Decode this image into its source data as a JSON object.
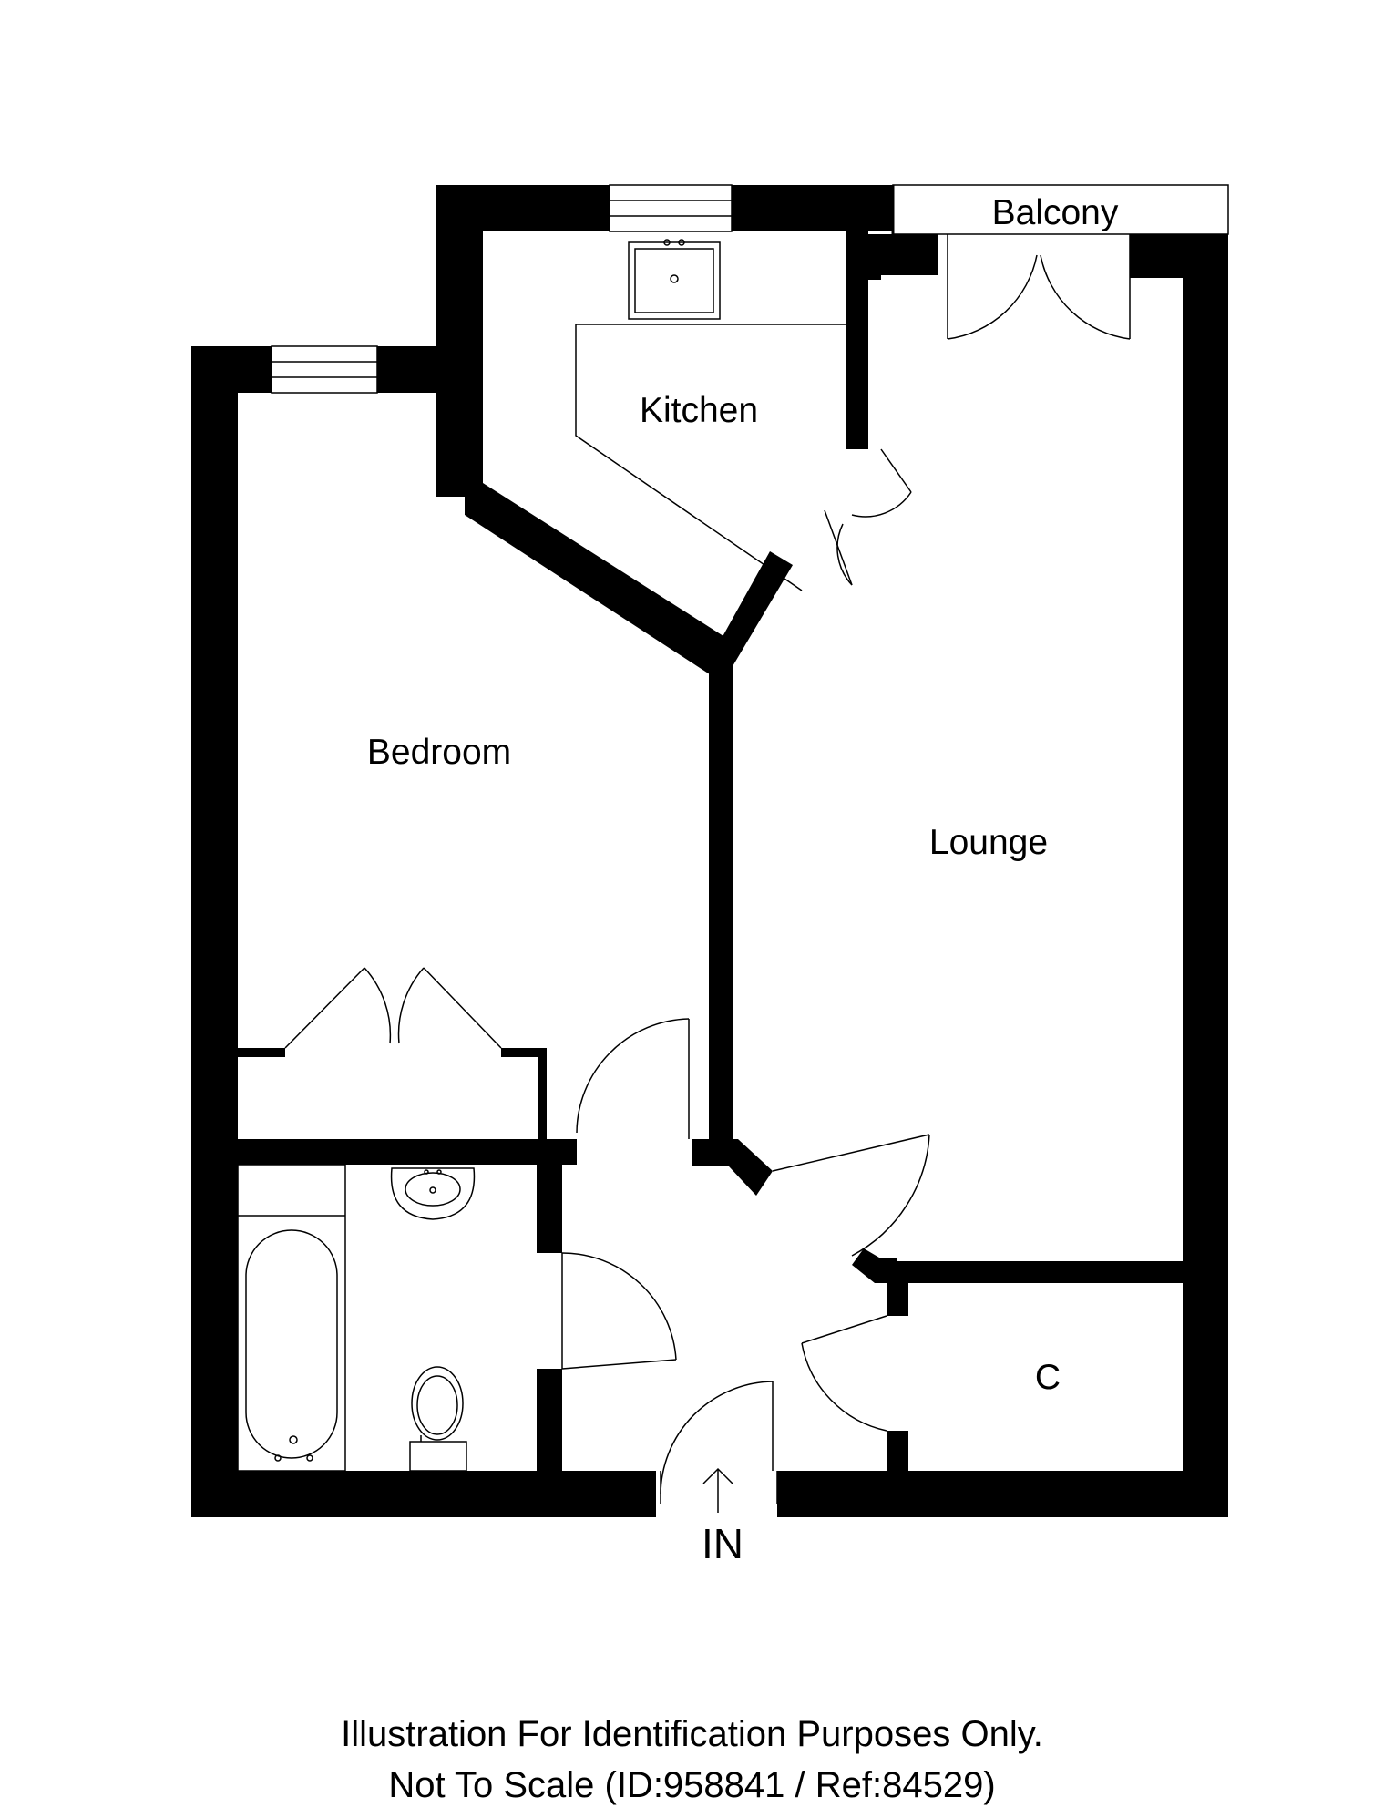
{
  "floorplan": {
    "rooms": {
      "balcony": "Balcony",
      "kitchen": "Kitchen",
      "bedroom": "Bedroom",
      "lounge": "Lounge",
      "cupboard": "C"
    },
    "entrance_label": "IN",
    "disclaimer": {
      "line1": "Illustration For Identification Purposes Only.",
      "line2": "Not To Scale (ID:958841 / Ref:84529)"
    }
  },
  "colors": {
    "wall": "#000000",
    "line": "#000000",
    "background": "#ffffff"
  }
}
